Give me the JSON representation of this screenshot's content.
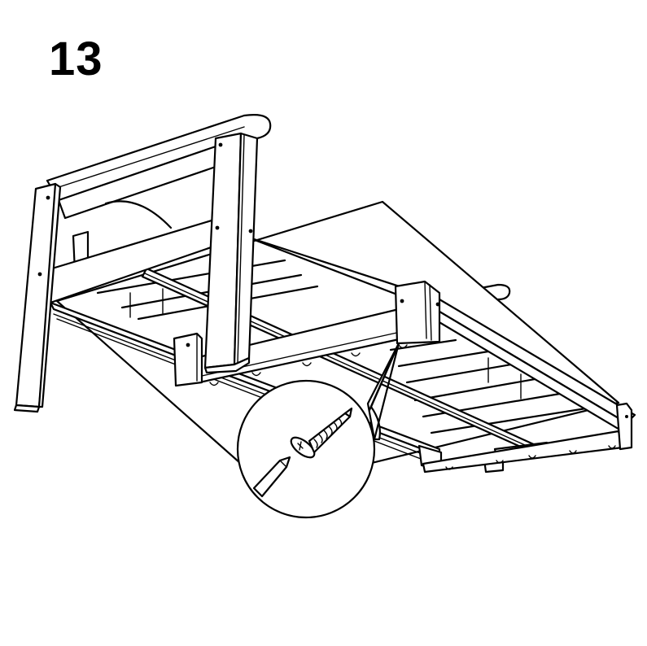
{
  "step": {
    "number": "13"
  },
  "illustration": {
    "subject": "bed-frame-upside-down",
    "parts": [
      "headboard",
      "headboard-rail",
      "left-leg",
      "right-leg",
      "side-rail",
      "slats",
      "center-support-beam",
      "footboard-corner-block",
      "footboard"
    ],
    "callout": {
      "shape": "circle",
      "contents": [
        "wood-screw",
        "phillips-screwdriver"
      ]
    },
    "colors": {
      "line": "#000000",
      "fill": "#ffffff"
    }
  }
}
